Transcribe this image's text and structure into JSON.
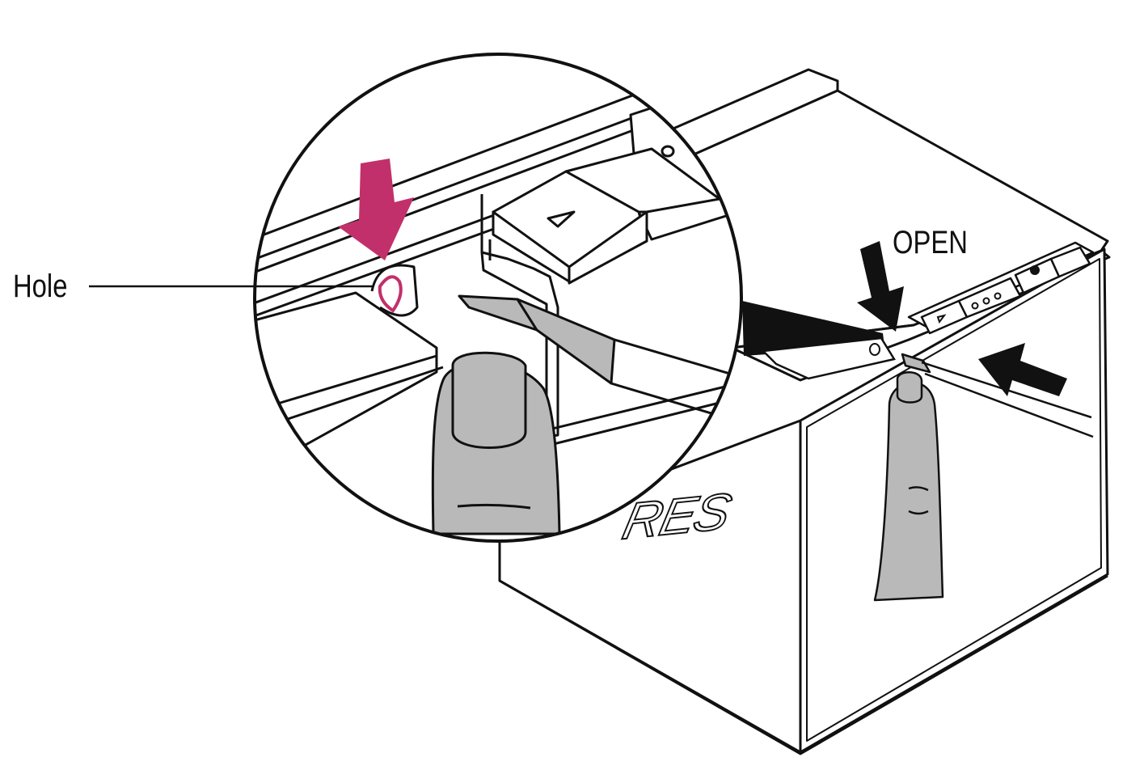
{
  "labels": {
    "hole": "Hole",
    "open": "OPEN"
  },
  "brand": {
    "visible_text": "RES"
  },
  "colors": {
    "line": "#111111",
    "highlight": "#c2306b",
    "finger_fill": "#b9b9b9",
    "background": "#ffffff"
  },
  "icons": [
    "down-arrow-icon",
    "left-arrow-icon",
    "feed-button-triangle-icon",
    "power-button-icon",
    "led-indicator-icon"
  ]
}
